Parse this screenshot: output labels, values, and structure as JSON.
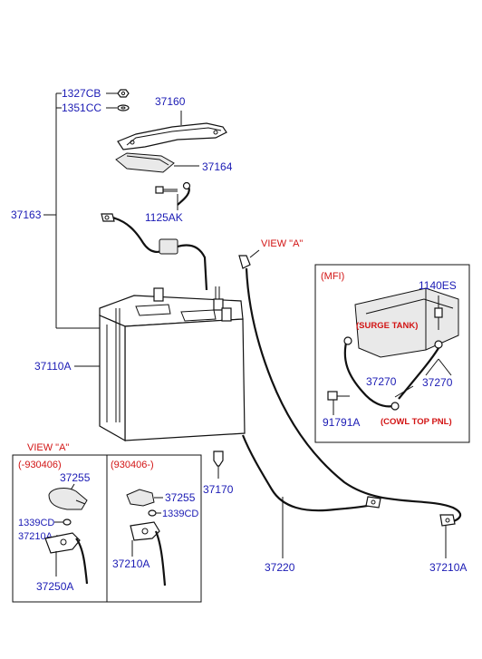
{
  "labels": {
    "p1327CB": "1327CB",
    "p1351CC": "1351CC",
    "p37160": "37160",
    "p37164": "37164",
    "p37163": "37163",
    "p1125AK": "1125AK",
    "view_a": "VIEW  \"A\"",
    "p37110A": "37110A",
    "p37170": "37170",
    "p37220": "37220",
    "p37210A": "37210A"
  },
  "mfi": {
    "title": "(MFI)",
    "p1140ES": "1140ES",
    "surge_tank": "(SURGE TANK)",
    "p37270_a": "37270",
    "p37270_b": "37270",
    "p91791A": "91791A",
    "cowl_top": "(COWL TOP PNL)"
  },
  "view_box": {
    "title": "VIEW  \"A\"",
    "left_header": "(-930406)",
    "right_header": "(930406-)",
    "left_37255": "37255",
    "left_1339CD": "1339CD",
    "left_37210A": "37210A",
    "left_37250A": "37250A",
    "right_37255": "37255",
    "right_1339CD": "1339CD",
    "right_37210A": "37210A"
  },
  "colors": {
    "label": "#1a1ab4",
    "accent": "#d21414"
  }
}
